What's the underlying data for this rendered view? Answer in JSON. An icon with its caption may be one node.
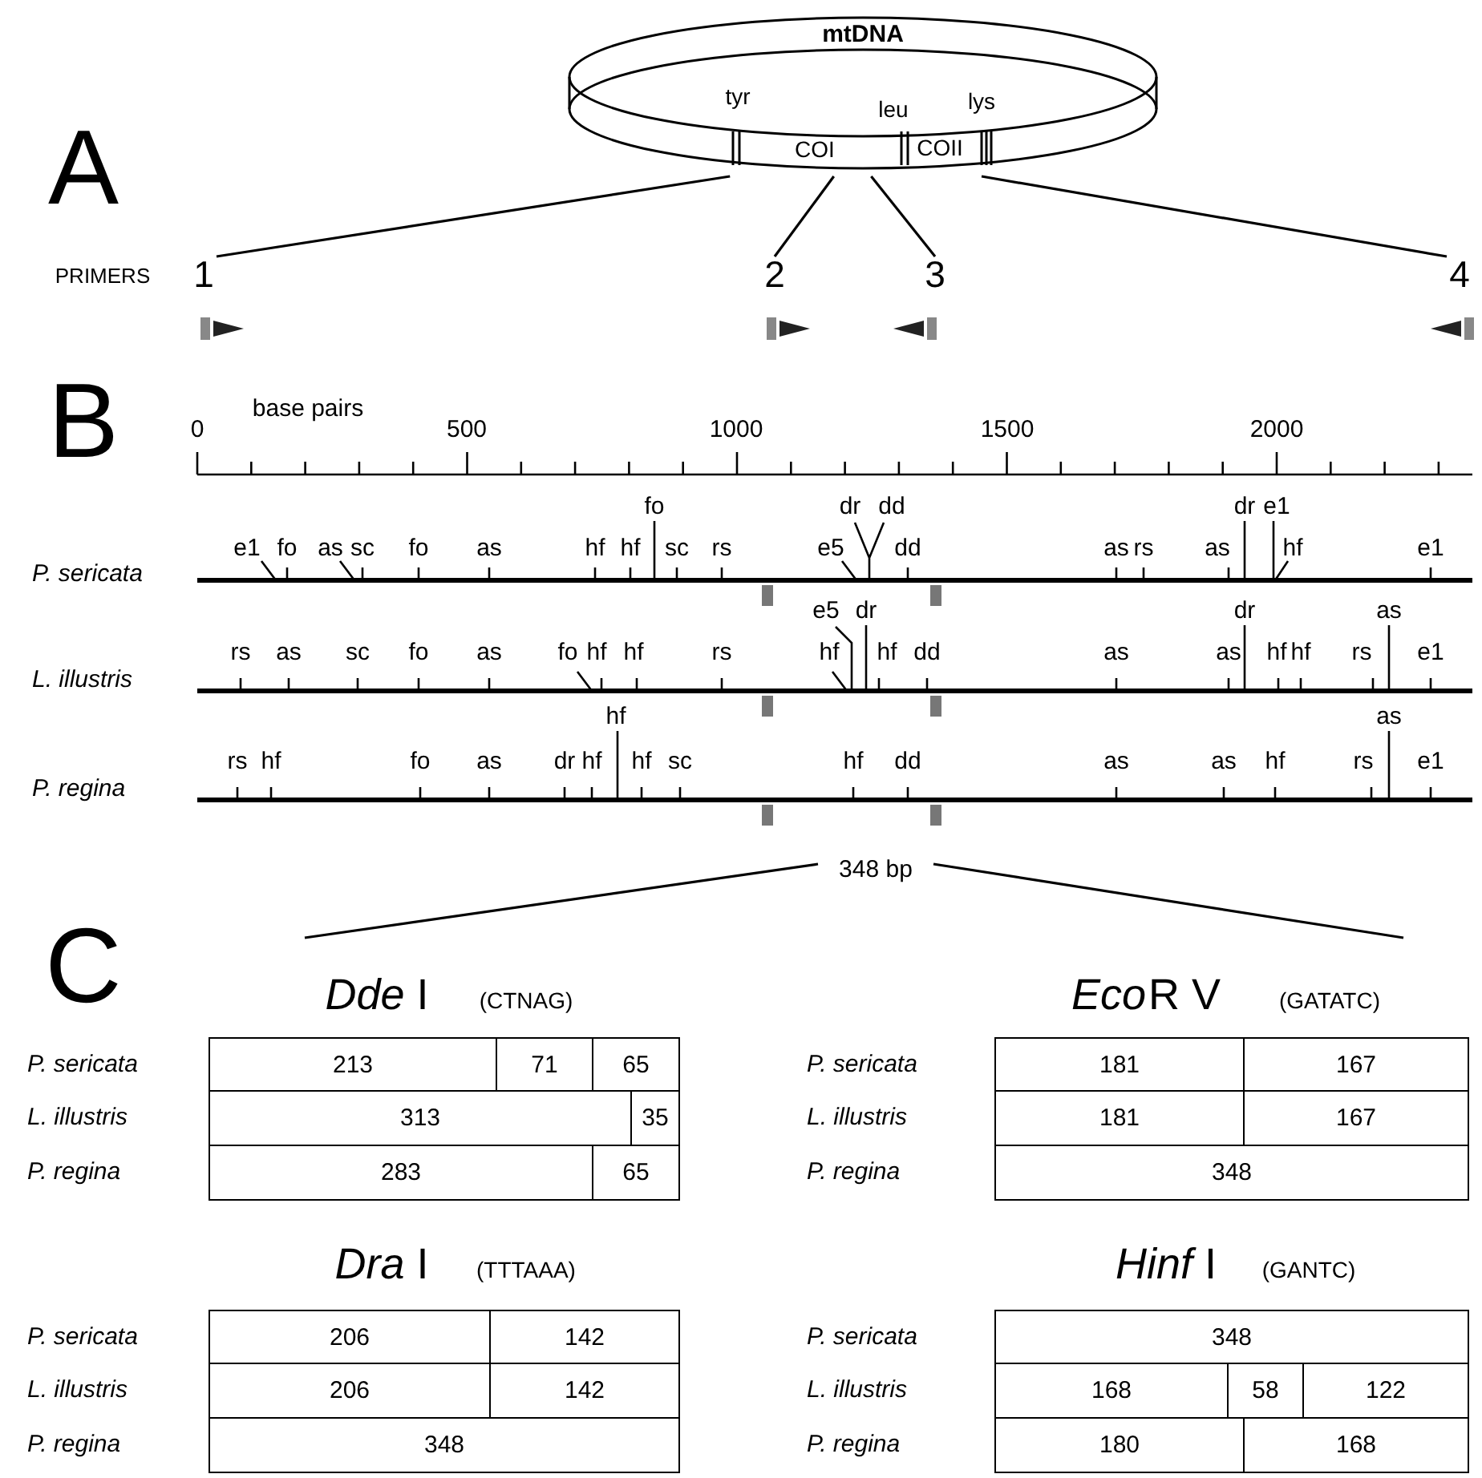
{
  "diagram": {
    "nodes": [
      {
        "text": [
          "mtDNA"
        ]
      },
      {
        "text": [
          "1"
        ]
      },
      {
        "text": [
          "2"
        ]
      },
      {
        "text": [
          "3"
        ]
      },
      {
        "text": [
          "4"
        ]
      },
      {
        "text": [
          "348 bp"
        ]
      }
    ],
    "edges": [
      {
        "from": 0,
        "to": 1,
        "arrow": "none"
      },
      {
        "from": 0,
        "to": 2,
        "arrow": "none"
      },
      {
        "from": 0,
        "to": 3,
        "arrow": "none"
      },
      {
        "from": 0,
        "to": 4,
        "arrow": "none"
      },
      {
        "from": 5,
        "to": null,
        "arrow": "none"
      },
      {
        "from": 5,
        "to": null,
        "arrow": "none"
      }
    ],
    "labels": [
      "A",
      "tyr",
      "leu",
      "lys",
      "COI",
      "COII",
      "PRIMERS",
      "B",
      "base pairs",
      "0",
      "500",
      "1000",
      "1500",
      "2000",
      "fo",
      "dr",
      "dd",
      "dr",
      "e1",
      "P. sericata",
      "e1",
      "fo",
      "as",
      "sc",
      "fo",
      "as",
      "hf",
      "hf",
      "sc",
      "rs",
      "e5",
      "dd",
      "as",
      "rs",
      "as",
      "hf",
      "e1",
      "e5",
      "dr",
      "dr",
      "as",
      "L. illustris",
      "rs",
      "as",
      "sc",
      "fo",
      "as",
      "fo",
      "hf",
      "hf",
      "rs",
      "hf",
      "hf",
      "dd",
      "as",
      "as",
      "hf",
      "hf",
      "rs",
      "e1",
      "hf",
      "as",
      "P. regina",
      "rs",
      "hf",
      "fo",
      "as",
      "dr",
      "hf",
      "hf",
      "sc",
      "hf",
      "dd",
      "as",
      "as",
      "hf",
      "rs",
      "e1",
      "C",
      "*Dde* I",
      "(CTNAG)",
      "Eco",
      "R V",
      "(GATATC)",
      "P. sericata",
      "213",
      "71",
      "65",
      "P. sericata",
      "181",
      "167",
      "L. illustris",
      "313",
      "35",
      "L. illustris",
      "181",
      "167",
      "P. regina",
      "283",
      "65",
      "P. regina",
      "348",
      "*Dra* I",
      "(TTTAAA)",
      "*Hinf* I",
      "(GANTC)",
      "P. sericata",
      "206",
      "142",
      "P. sericata",
      "348",
      "L. illustris",
      "206",
      "142",
      "L. illustris",
      "168",
      "58",
      "122",
      "P. regina",
      "348",
      "P. regina",
      "180",
      "168"
    ]
  }
}
